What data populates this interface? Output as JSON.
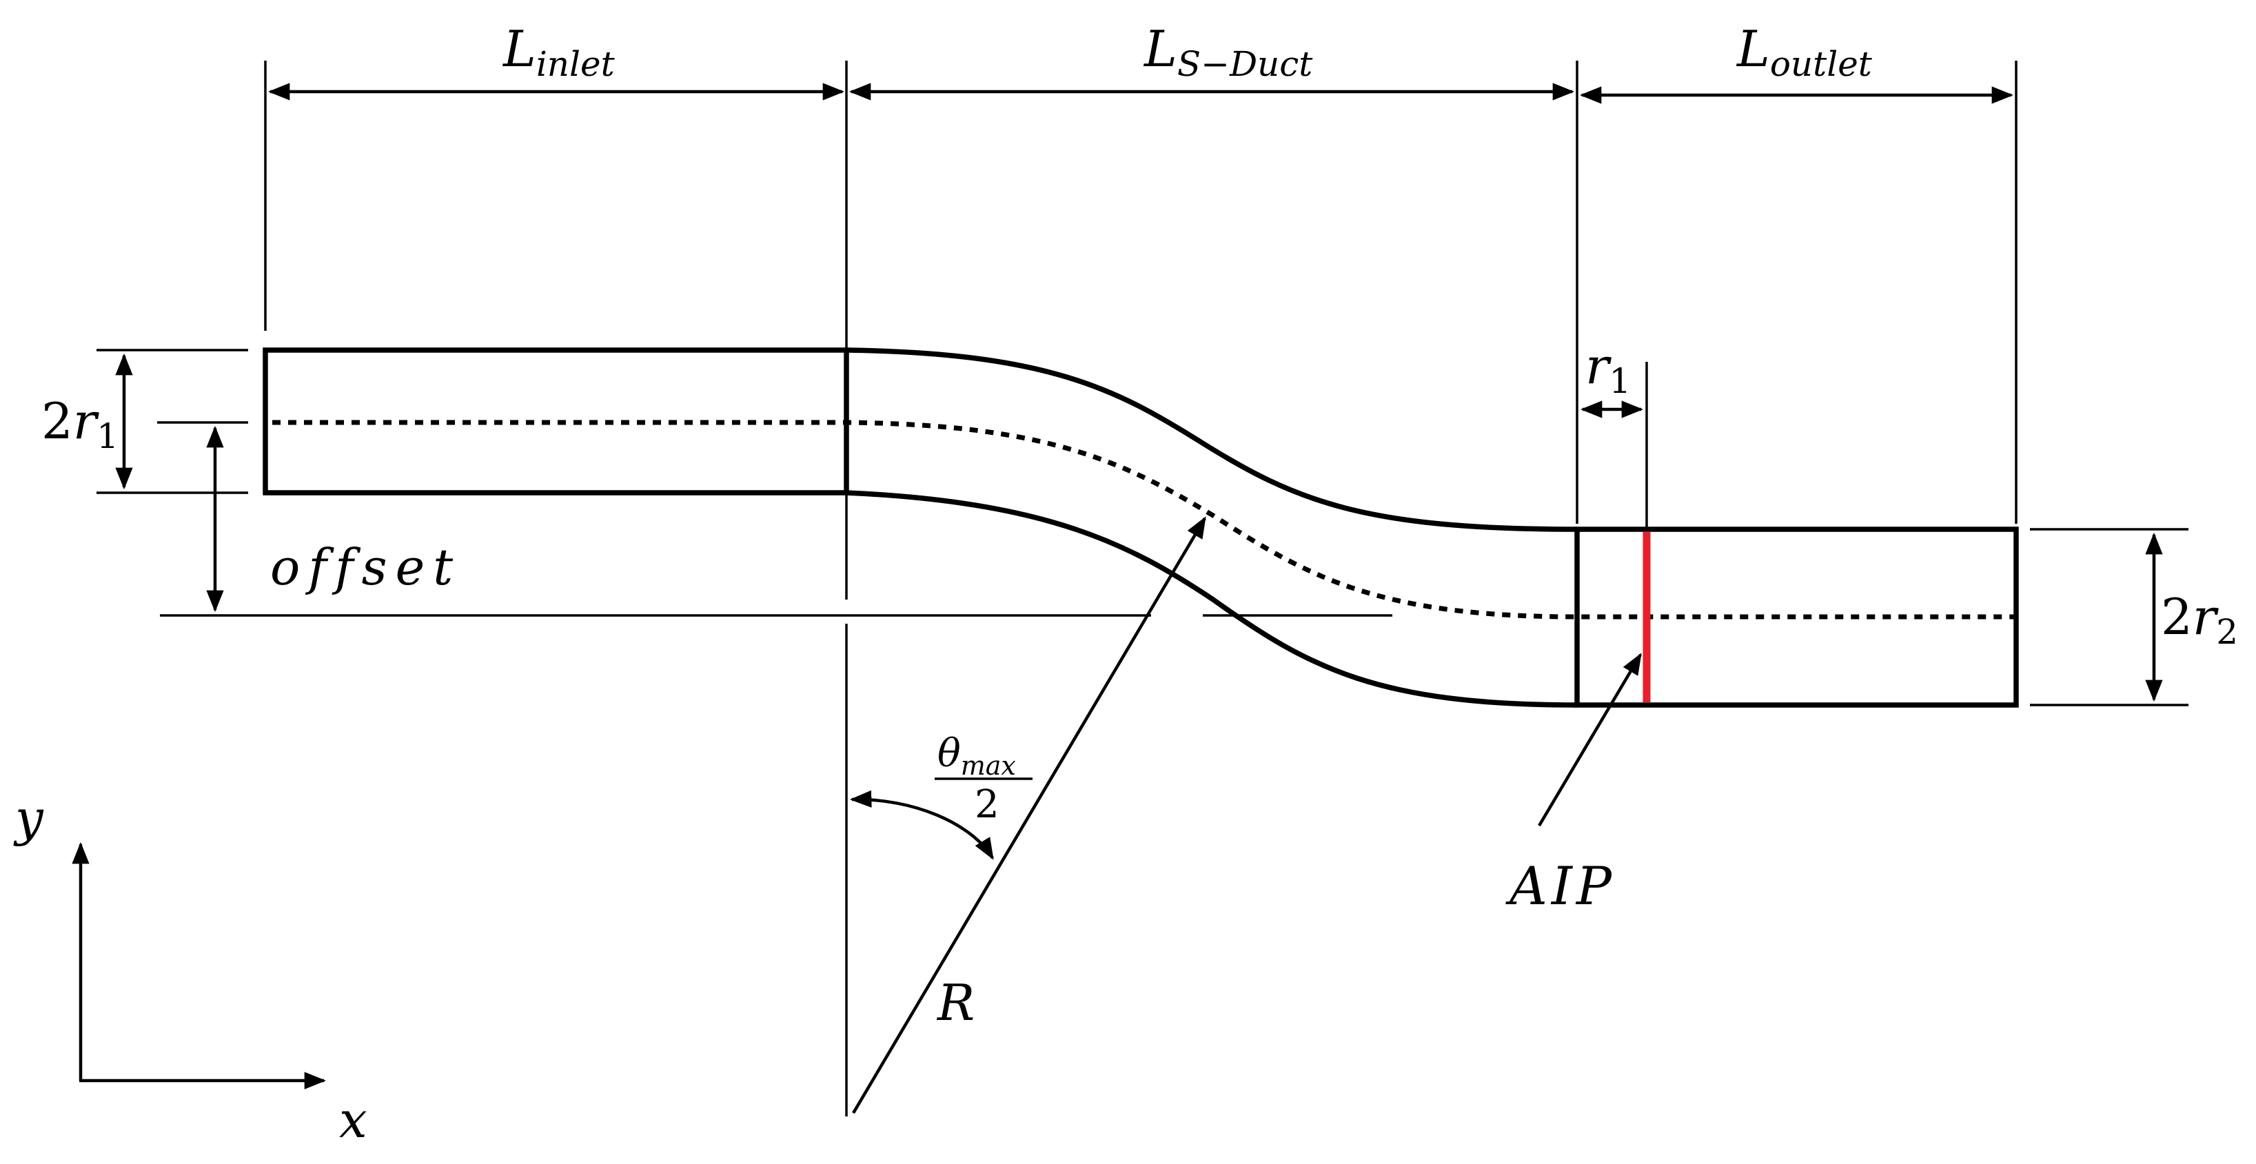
{
  "labels": {
    "l_inlet_base": "L",
    "l_inlet_sub": "inlet",
    "l_sduct_base": "L",
    "l_sduct_sub": "S−Duct",
    "l_outlet_base": "L",
    "l_outlet_sub": "outlet",
    "two_r1_num": "2",
    "two_r1_var": "r",
    "two_r1_sub": "1",
    "r1_var": "r",
    "r1_sub": "1",
    "two_r2_num": "2",
    "two_r2_var": "r",
    "two_r2_sub": "2",
    "offset": "offset",
    "theta_base": "θ",
    "theta_sub": "max",
    "theta_den": "2",
    "radius": "R",
    "aip": "AIP",
    "axis_y": "y",
    "axis_x": "x"
  },
  "colors": {
    "aip_plane": "#e8202a",
    "stroke": "#000000"
  },
  "icons": {
    "dimension_arrows": "double-headed-arrow",
    "axis_arrows": "single-headed-arrow"
  }
}
